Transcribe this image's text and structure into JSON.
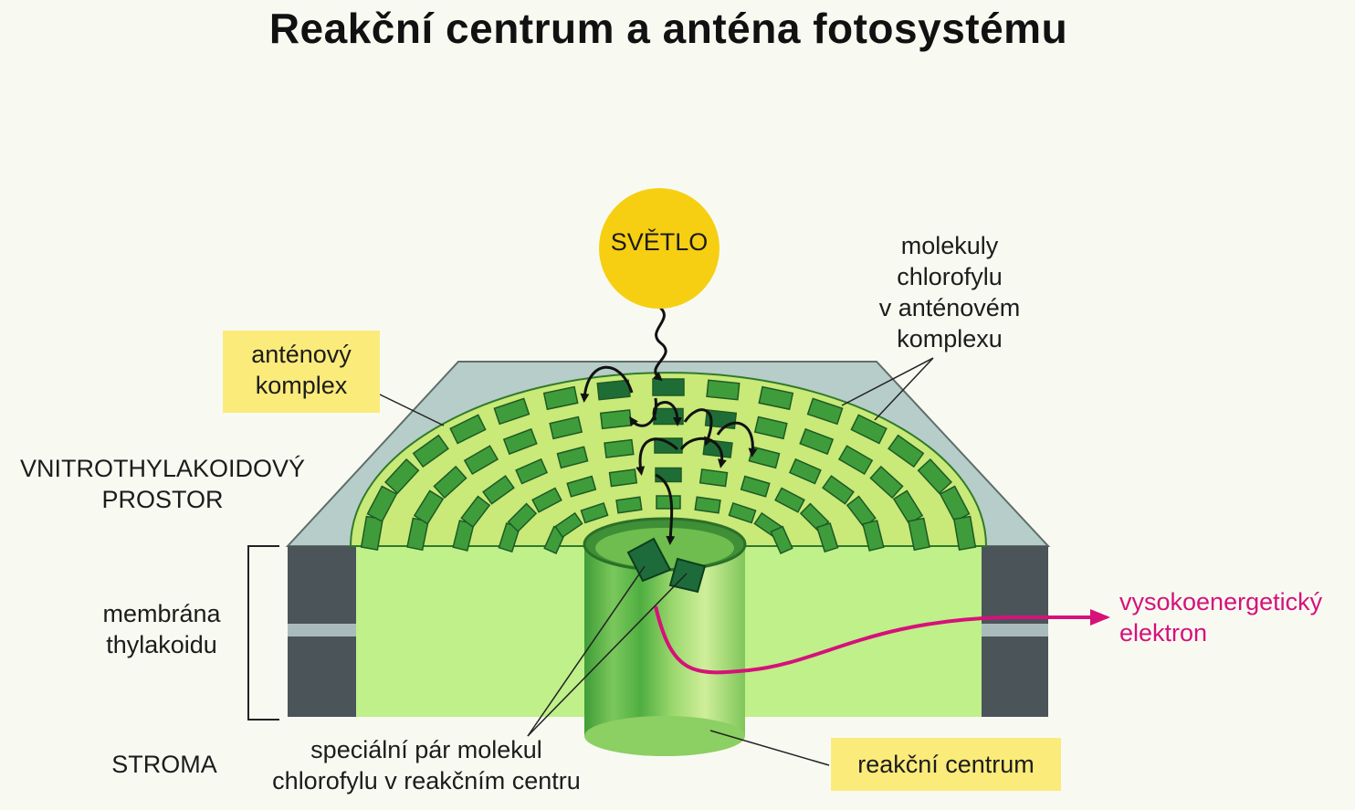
{
  "title": "Reakční centrum a anténa fotosystému",
  "labels": {
    "light": "SVĚTLO",
    "chlorophyll_molecules": [
      "molekuly",
      "chlorofylu",
      "v anténovém",
      "komplexu"
    ],
    "antenna_complex": [
      "anténový",
      "komplex"
    ],
    "lumen": [
      "VNITROTHYLAKOIDOVÝ",
      "PROSTOR"
    ],
    "membrane": [
      "membrána",
      "thylakoidu"
    ],
    "stroma": "STROMA",
    "special_pair": [
      "speciální pár molekul",
      "chlorofylu v reakčním centru"
    ],
    "reaction_center": "reakční centrum",
    "electron": [
      "vysokoenergetický",
      "elektron"
    ]
  },
  "colors": {
    "light_sun": "#f7cf12",
    "callout_box": "#fbeb7a",
    "antenna_light": "#c9e978",
    "chlorophyll_dark": "#3f9c3b",
    "membrane_gray": "#4b5459",
    "electron_path": "#d6117a"
  }
}
